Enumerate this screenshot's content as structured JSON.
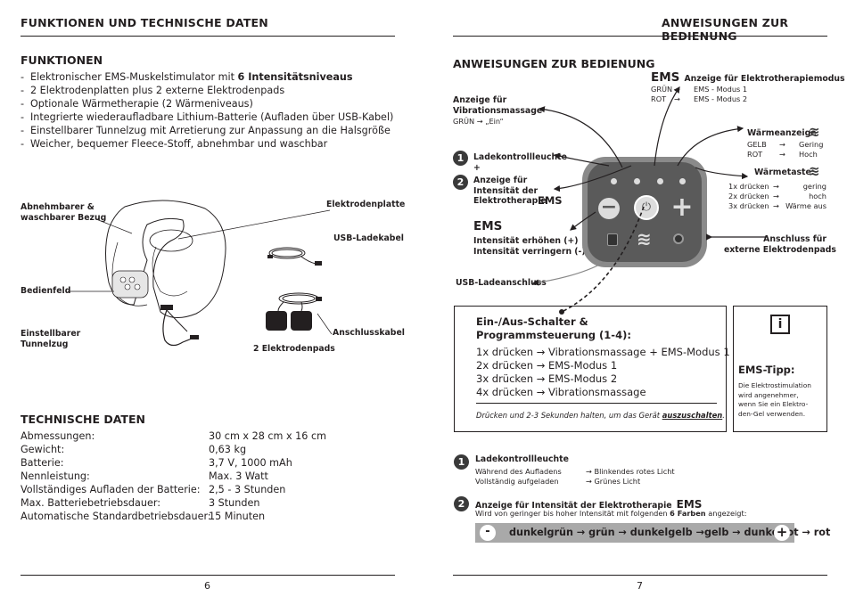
{
  "left": {
    "header": "FUNKTIONEN UND TECHNISCHE DATEN",
    "features_title": "FUNKTIONEN",
    "features": [
      {
        "pre": "Elektronischer EMS-Muskelstimulator mit ",
        "bold": "6 Intensitätsniveaus"
      },
      {
        "pre": "2 Elektrodenplatten plus 2 externe Elektrodenpads",
        "bold": ""
      },
      {
        "pre": "Optionale Wärmetherapie (2 Wärmeniveaus)",
        "bold": ""
      },
      {
        "pre": "Integrierte wiederaufladbare Lithium-Batterie (Aufladen über USB-Kabel)",
        "bold": ""
      },
      {
        "pre": "Einstellbarer Tunnelzug mit Arretierung zur Anpassung an die Halsgröße",
        "bold": ""
      },
      {
        "pre": "Weicher, bequemer Fleece-Stoff, abnehmbar und waschbar",
        "bold": ""
      }
    ],
    "labels": {
      "cover": "Abnehmbarer &\nwaschbarer Bezug",
      "plate": "Elektrodenplatte",
      "usb": "USB-Ladekabel",
      "panel": "Bedienfeld",
      "tunnel": "Einstellbarer\nTunnelzug",
      "cable": "Anschlusskabel",
      "pads": "2 Elektrodenpads"
    },
    "tech_title": "TECHNISCHE DATEN",
    "tech": [
      {
        "k": "Abmessungen:",
        "v": "30 cm x 28 cm x 16 cm"
      },
      {
        "k": "Gewicht:",
        "v": "0,63 kg"
      },
      {
        "k": "Batterie:",
        "v": "3,7 V, 1000 mAh"
      },
      {
        "k": "Nennleistung:",
        "v": "Max. 3 Watt"
      },
      {
        "k": "Vollständiges Aufladen der Batterie:",
        "v": "2,5 - 3 Stunden"
      },
      {
        "k": "Max. Batteriebetriebsdauer:",
        "v": "3 Stunden"
      },
      {
        "k": "Automatische Standardbetriebsdauer:",
        "v": "15 Minuten"
      }
    ],
    "page": "6"
  },
  "right": {
    "header": "ANWEISUNGEN ZUR BEDIENUNG",
    "title": "ANWEISUNGEN ZUR BEDIENUNG",
    "vib_label": "Anzeige für\nVibrationsmassage",
    "vib_sub": "GRÜN → „Ein“",
    "ems_big": "EMS",
    "ems_ind": "Anzeige für Elektrotherapiemodus",
    "ems_rows": [
      {
        "c": "GRÜN",
        "a": "→",
        "m": "EMS - Modus 1"
      },
      {
        "c": "ROT",
        "a": "→",
        "m": "EMS - Modus 2"
      }
    ],
    "charge_lbl": "Ladekontrollleuchte",
    "plus": "+",
    "intensity_lbl": "Anzeige für\nIntensität der\nElektrotherapie",
    "ems_inline": "EMS",
    "warm_ind": "Wärmeanzeige",
    "warm_rows": [
      {
        "c": "GELB",
        "a": "→",
        "m": "Gering"
      },
      {
        "c": "ROT",
        "a": "→",
        "m": "Hoch"
      }
    ],
    "warm_key": "Wärmetaste:",
    "warm_key_rows": [
      {
        "c": "1x drücken",
        "a": "→",
        "m": "gering"
      },
      {
        "c": "2x drücken",
        "a": "→",
        "m": "hoch"
      },
      {
        "c": "3x drücken",
        "a": "→",
        "m": "Wärme aus"
      }
    ],
    "ems2": "EMS",
    "ems2_lines": "Intensität erhöhen (+)\nIntensität verringern (-)",
    "ext": "Anschluss für\nexterne Elektrodenpads",
    "usb_port": "USB-Ladeanschluss",
    "box_title": "Ein-/Aus-Schalter &\nProgrammsteuerung (1-4):",
    "box_rows": [
      {
        "k": "1x drücken",
        "a": "→",
        "v": "Vibrationsmassage + EMS-Modus 1"
      },
      {
        "k": "2x drücken",
        "a": "→",
        "v": "EMS-Modus 1"
      },
      {
        "k": "3x drücken",
        "a": "→",
        "v": "EMS-Modus 2"
      },
      {
        "k": "4x drücken",
        "a": "→",
        "v": "Vibrationsmassage"
      }
    ],
    "box_note_pre": "Drücken und 2-3 Sekunden halten, um das Gerät ",
    "box_note_bold": "auszuschalten",
    "box_note_post": ".",
    "tip_icon": "i",
    "tip_title": "EMS-Tipp:",
    "tip_text": "Die Elektrostimulation\nwird angenehmer,\nwenn Sie ein Elektro-\nden-Gel verwenden.",
    "b1": "1",
    "b2": "2",
    "s1_title": "Ladekontrollleuchte",
    "s1_rows": [
      {
        "k": "Während des Aufladens",
        "v": "→ Blinkendes rotes Licht"
      },
      {
        "k": "Vollständig aufgeladen",
        "v": "→ Grünes Licht"
      }
    ],
    "s2_title": "Anzeige für Intensität der Elektrotherapie",
    "s2_ems": "EMS",
    "s2_sub_pre": "Wird von geringer bis hoher Intensität mit folgenden ",
    "s2_sub_bold": "6 Farben",
    "s2_sub_post": " angezeigt:",
    "bar_minus": "-",
    "bar_text": "dunkelgrün → grün → dunkelgelb →gelb → dunkelrot → rot",
    "bar_plus": "+",
    "device_minus": "−",
    "device_plus": "+",
    "page": "7"
  },
  "colors": {
    "device": "#5a5a5a",
    "device_ring": "#8a8a8a",
    "bar": "#a9a9a9",
    "ink": "#231f20"
  }
}
